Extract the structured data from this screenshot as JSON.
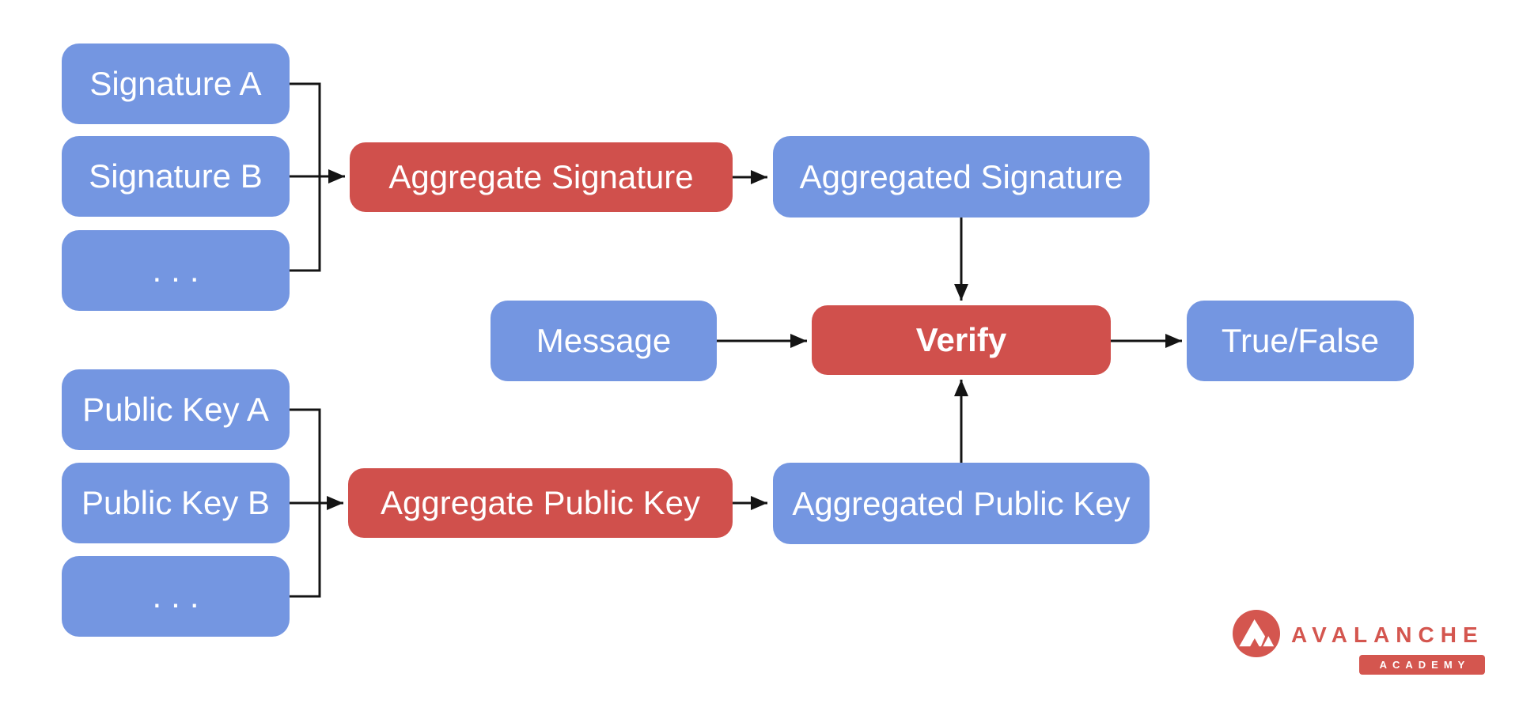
{
  "diagram": {
    "title_hint": "BLS signature aggregation and verification flow",
    "nodes": {
      "signature_a": {
        "label": "Signature A",
        "color_role": "blue"
      },
      "signature_b": {
        "label": "Signature B",
        "color_role": "blue"
      },
      "signature_more": {
        "label": "...",
        "color_role": "blue"
      },
      "aggregate_signature": {
        "label": "Aggregate Signature",
        "color_role": "red"
      },
      "aggregated_signature": {
        "label": "Aggregated Signature",
        "color_role": "blue"
      },
      "message": {
        "label": "Message",
        "color_role": "blue"
      },
      "verify": {
        "label": "Verify",
        "color_role": "red",
        "emphasis": "bold"
      },
      "true_false": {
        "label": "True/False",
        "color_role": "blue"
      },
      "public_key_a": {
        "label": "Public Key A",
        "color_role": "blue"
      },
      "public_key_b": {
        "label": "Public Key B",
        "color_role": "blue"
      },
      "public_key_more": {
        "label": "...",
        "color_role": "blue"
      },
      "aggregate_public_key": {
        "label": "Aggregate Public Key",
        "color_role": "red"
      },
      "aggregated_public_key": {
        "label": "Aggregated Public Key",
        "color_role": "blue"
      }
    },
    "edges": [
      {
        "from": "signature_a",
        "to": "aggregate_signature",
        "style": "bracket"
      },
      {
        "from": "signature_b",
        "to": "aggregate_signature",
        "style": "arrow"
      },
      {
        "from": "signature_more",
        "to": "aggregate_signature",
        "style": "bracket"
      },
      {
        "from": "aggregate_signature",
        "to": "aggregated_signature",
        "style": "arrow"
      },
      {
        "from": "aggregated_signature",
        "to": "verify",
        "style": "arrow"
      },
      {
        "from": "message",
        "to": "verify",
        "style": "arrow"
      },
      {
        "from": "verify",
        "to": "true_false",
        "style": "arrow"
      },
      {
        "from": "public_key_a",
        "to": "aggregate_public_key",
        "style": "bracket"
      },
      {
        "from": "public_key_b",
        "to": "aggregate_public_key",
        "style": "arrow"
      },
      {
        "from": "public_key_more",
        "to": "aggregate_public_key",
        "style": "bracket"
      },
      {
        "from": "aggregate_public_key",
        "to": "aggregated_public_key",
        "style": "arrow"
      },
      {
        "from": "aggregated_public_key",
        "to": "verify",
        "style": "arrow"
      }
    ],
    "colors": {
      "node_blue": "#7496E1",
      "node_red": "#D0504C",
      "arrow": "#141414",
      "background": "#FFFFFF"
    }
  },
  "logo": {
    "brand": "AVALANCHE",
    "badge": "ACADEMY",
    "color": "#D4564F",
    "icon": "avalanche-triangle-in-circle"
  }
}
